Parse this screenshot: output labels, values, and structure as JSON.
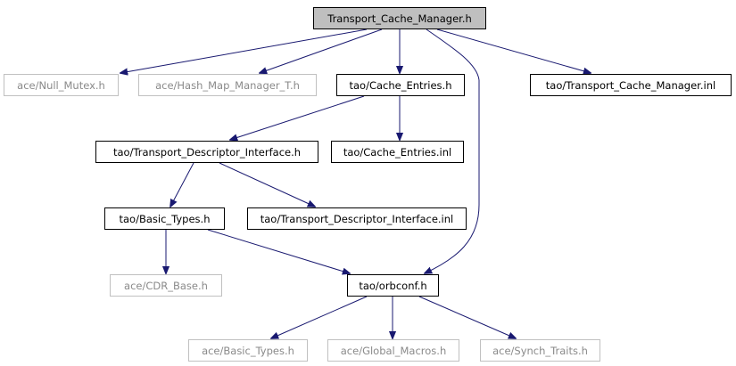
{
  "graph": {
    "root": "Transport_Cache_Manager.h",
    "nodes": [
      {
        "id": "root",
        "label": "Transport_Cache_Manager.h",
        "kind": "root"
      },
      {
        "id": "null_mutex",
        "label": "ace/Null_Mutex.h",
        "kind": "external"
      },
      {
        "id": "hash_map",
        "label": "ace/Hash_Map_Manager_T.h",
        "kind": "external"
      },
      {
        "id": "cache_entries",
        "label": "tao/Cache_Entries.h",
        "kind": "internal"
      },
      {
        "id": "tcm_inl",
        "label": "tao/Transport_Cache_Manager.inl",
        "kind": "internal"
      },
      {
        "id": "tdi",
        "label": "tao/Transport_Descriptor_Interface.h",
        "kind": "internal"
      },
      {
        "id": "cache_entries_inl",
        "label": "tao/Cache_Entries.inl",
        "kind": "internal"
      },
      {
        "id": "basic_types",
        "label": "tao/Basic_Types.h",
        "kind": "internal"
      },
      {
        "id": "tdi_inl",
        "label": "tao/Transport_Descriptor_Interface.inl",
        "kind": "internal"
      },
      {
        "id": "cdr_base",
        "label": "ace/CDR_Base.h",
        "kind": "external"
      },
      {
        "id": "orbconf",
        "label": "tao/orbconf.h",
        "kind": "internal"
      },
      {
        "id": "ace_basic_types",
        "label": "ace/Basic_Types.h",
        "kind": "external"
      },
      {
        "id": "global_macros",
        "label": "ace/Global_Macros.h",
        "kind": "external"
      },
      {
        "id": "synch_traits",
        "label": "ace/Synch_Traits.h",
        "kind": "external"
      }
    ],
    "edges": [
      {
        "from": "root",
        "to": "null_mutex"
      },
      {
        "from": "root",
        "to": "hash_map"
      },
      {
        "from": "root",
        "to": "cache_entries"
      },
      {
        "from": "root",
        "to": "orbconf"
      },
      {
        "from": "root",
        "to": "tcm_inl"
      },
      {
        "from": "cache_entries",
        "to": "tdi"
      },
      {
        "from": "cache_entries",
        "to": "cache_entries_inl"
      },
      {
        "from": "tdi",
        "to": "basic_types"
      },
      {
        "from": "tdi",
        "to": "tdi_inl"
      },
      {
        "from": "basic_types",
        "to": "cdr_base"
      },
      {
        "from": "basic_types",
        "to": "orbconf"
      },
      {
        "from": "orbconf",
        "to": "ace_basic_types"
      },
      {
        "from": "orbconf",
        "to": "global_macros"
      },
      {
        "from": "orbconf",
        "to": "synch_traits"
      }
    ],
    "colors": {
      "edge": "#191970",
      "root_fill": "#bfbfbf",
      "node_border": "#000000",
      "external_border": "#c0c0c0",
      "external_text": "#8a8a8a"
    }
  }
}
